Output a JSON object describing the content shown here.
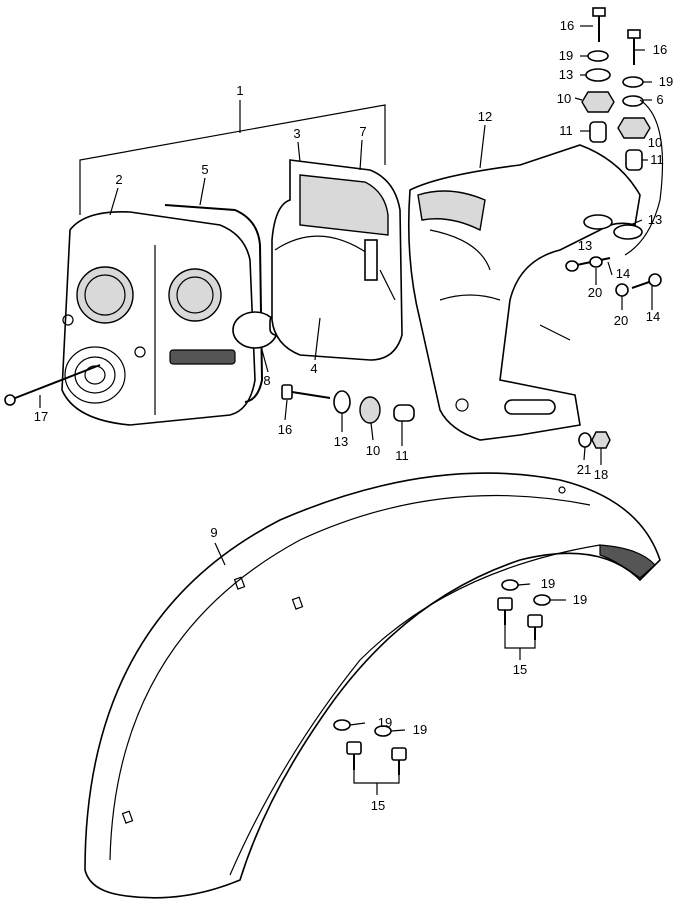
{
  "labels": {
    "l1": "1",
    "l2": "2",
    "l3": "3",
    "l4": "4",
    "l5": "5",
    "l6": "6",
    "l7": "7",
    "l8": "8",
    "l9": "9",
    "l10a": "10",
    "l10b": "10",
    "l10c": "10",
    "l11a": "11",
    "l11b": "11",
    "l11c": "11",
    "l12": "12",
    "l13a": "13",
    "l13b": "13",
    "l13c": "13",
    "l13d": "13",
    "l14a": "14",
    "l14b": "14",
    "l15a": "15",
    "l15b": "15",
    "l16a": "16",
    "l16b": "16",
    "l16c": "16",
    "l17": "17",
    "l18": "18",
    "l19a": "19",
    "l19b": "19",
    "l19c": "19",
    "l19d": "19",
    "l19e": "19",
    "l19f": "19",
    "l20a": "20",
    "l20b": "20",
    "l21": "21"
  },
  "colors": {
    "ink": "#000000",
    "paper": "#ffffff",
    "shade": "#d9d9d9"
  }
}
